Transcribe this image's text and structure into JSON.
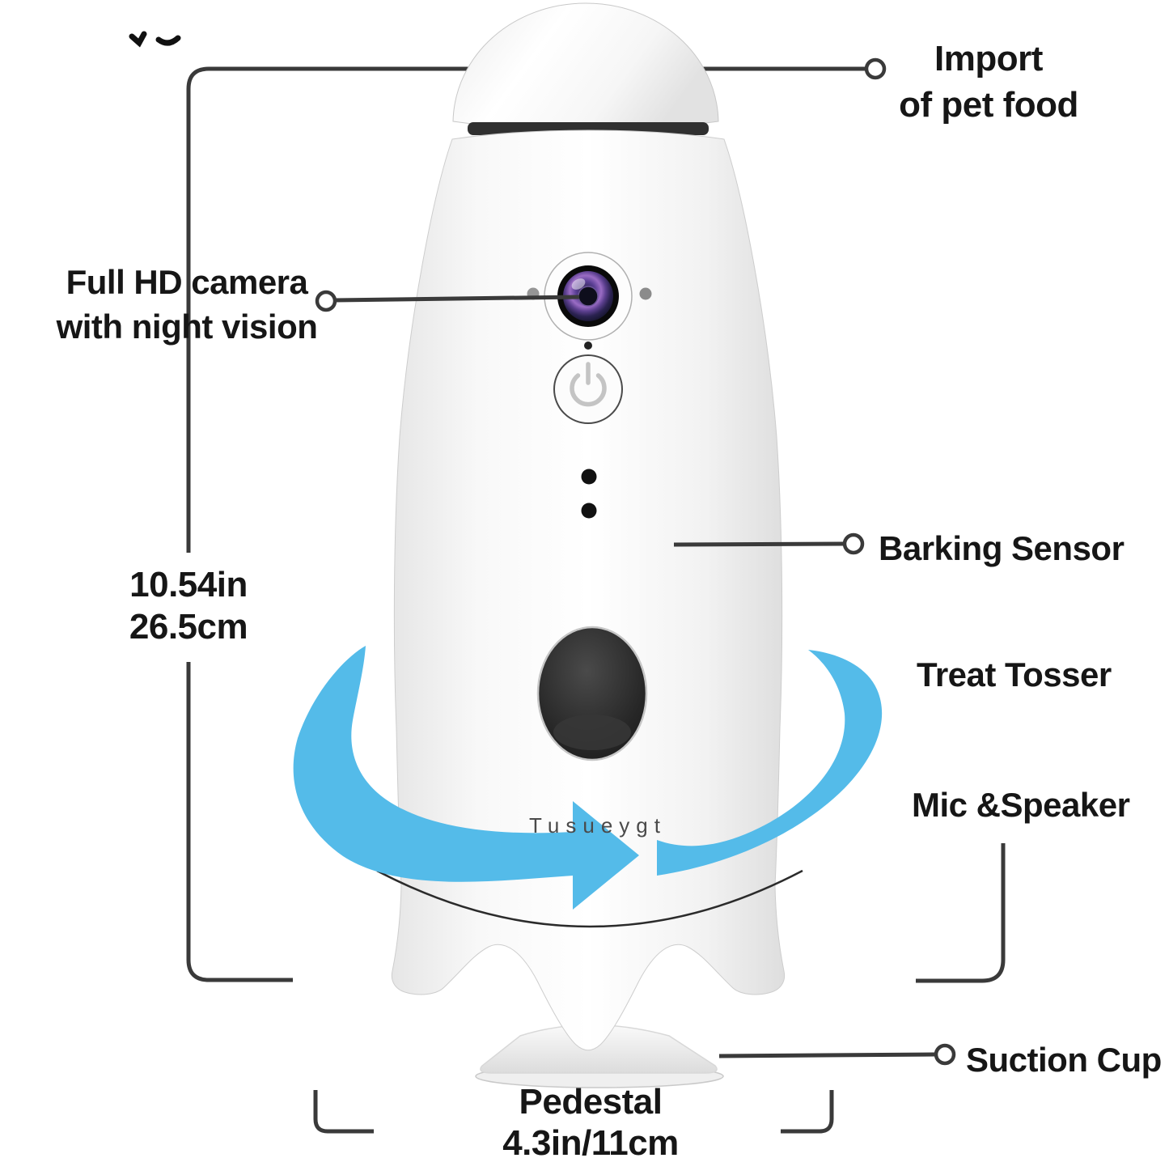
{
  "product": {
    "brand": "Tusueygt"
  },
  "labels": {
    "import": {
      "line1": "Import",
      "line2": "of pet food"
    },
    "camera": {
      "line1": "Full HD camera",
      "line2": "with night vision"
    },
    "height": {
      "inches": "10.54in",
      "cm": "26.5cm"
    },
    "barking": "Barking Sensor",
    "treat": "Treat Tosser",
    "mic": "Mic &Speaker",
    "suction": "Suction Cup",
    "pedestal": {
      "name": "Pedestal",
      "size": "4.3in/11cm"
    }
  },
  "colors": {
    "accent_blue": "#54bbe9",
    "callout_line": "#3a3a3a",
    "label_text": "#161616",
    "device_white": "#f7f7f7"
  }
}
